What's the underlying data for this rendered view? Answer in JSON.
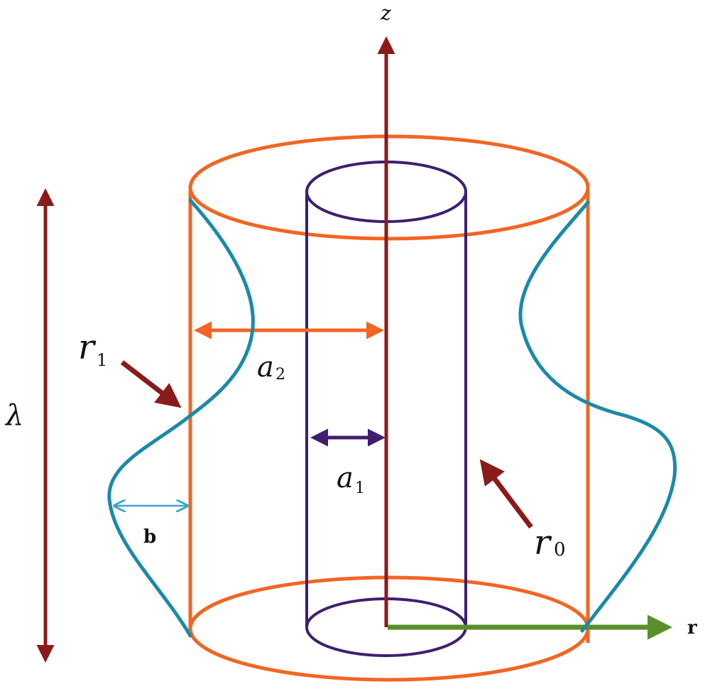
{
  "labels": {
    "z_axis": "z",
    "r_axis": "r",
    "wavelength": "λ",
    "outer_wall": {
      "symbol": "r",
      "subscript": "1"
    },
    "inner_wall": {
      "symbol": "r",
      "subscript": "0"
    },
    "outer_radius": {
      "symbol": "a",
      "subscript": "2"
    },
    "inner_radius": {
      "symbol": "a",
      "subscript": "1"
    },
    "amplitude": "b"
  },
  "colors": {
    "outer_cylinder": "#f26522",
    "inner_cylinder": "#3d1f6e",
    "z_axis": "#8b1a1a",
    "r_axis": "#5a8f29",
    "wave_wall": "#1a8aa8",
    "amplitude_arrow": "#3aa6d0",
    "pointer_arrow": "#8b1a1a",
    "label_text": "#111111"
  }
}
